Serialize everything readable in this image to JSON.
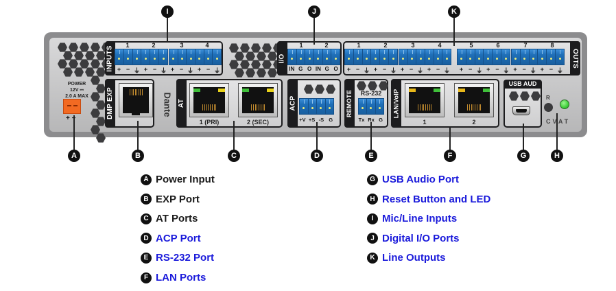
{
  "device": {
    "sections": {
      "inputs_label": "INPUTS",
      "inputs_channels": [
        "1",
        "2",
        "3",
        "4"
      ],
      "inputs_pins": [
        "+",
        "−",
        "⏚",
        "+",
        "−",
        "⏚",
        "+",
        "−",
        "⏚",
        "+",
        "−",
        "⏚"
      ],
      "io_label": "I/O",
      "io_channels": [
        "1",
        "2"
      ],
      "io_pins": [
        "IN",
        "G",
        "O",
        "IN",
        "G",
        "O"
      ],
      "outs_label": "OUTS",
      "outs_channels": [
        "1",
        "2",
        "3",
        "4",
        "5",
        "6",
        "7",
        "8"
      ],
      "outs_pins_group": [
        "+",
        "−",
        "⏚",
        "+",
        "−",
        "⏚",
        "+",
        "−",
        "⏚",
        "+",
        "−",
        "⏚"
      ],
      "power_label_1": "POWER",
      "power_label_2": "12V ⎓",
      "power_label_3": "2.0 A MAX",
      "power_pins": "+ −",
      "dmp_exp_label": "DMP EXP",
      "dante_logo": "Dante",
      "at_label": "AT",
      "at_port_1": "1 (PRI)",
      "at_port_2": "2 (SEC)",
      "acp_label": "ACP",
      "acp_pins": [
        "+V",
        "+S",
        "-S",
        "G"
      ],
      "remote_label": "REMOTE",
      "rs232_label": "RS-232",
      "rs232_pins": [
        "Tx",
        "Rx",
        "G"
      ],
      "lan_label": "LAN/VoIP",
      "lan_port_1": "1",
      "lan_port_2": "2",
      "usb_label": "USB AUD",
      "reset_label": "R",
      "led_label": "CVAT"
    },
    "colors": {
      "terminal_blue": "#1f6fb8",
      "power_orange": "#f26a22",
      "led_green": "#3fcf3a",
      "link_led_yellow": "#e8d21a",
      "legend_blue": "#1a1adb"
    }
  },
  "callouts": {
    "A": "A",
    "B": "B",
    "C": "C",
    "D": "D",
    "E": "E",
    "F": "F",
    "G": "G",
    "H": "H",
    "I": "I",
    "J": "J",
    "K": "K"
  },
  "legend": [
    {
      "letter": "A",
      "label": "Power Input",
      "color": "black"
    },
    {
      "letter": "B",
      "label": "EXP Port",
      "color": "black"
    },
    {
      "letter": "C",
      "label": "AT Ports",
      "color": "black"
    },
    {
      "letter": "D",
      "label": "ACP Port",
      "color": "blue"
    },
    {
      "letter": "E",
      "label": "RS-232 Port",
      "color": "blue"
    },
    {
      "letter": "F",
      "label": "LAN Ports",
      "color": "blue"
    },
    {
      "letter": "G",
      "label": "USB Audio Port",
      "color": "blue"
    },
    {
      "letter": "H",
      "label": "Reset Button and LED",
      "color": "blue"
    },
    {
      "letter": "I",
      "label": "Mic/Line Inputs",
      "color": "blue"
    },
    {
      "letter": "J",
      "label": "Digital I/O Ports",
      "color": "blue"
    },
    {
      "letter": "K",
      "label": "Line Outputs",
      "color": "blue"
    }
  ]
}
